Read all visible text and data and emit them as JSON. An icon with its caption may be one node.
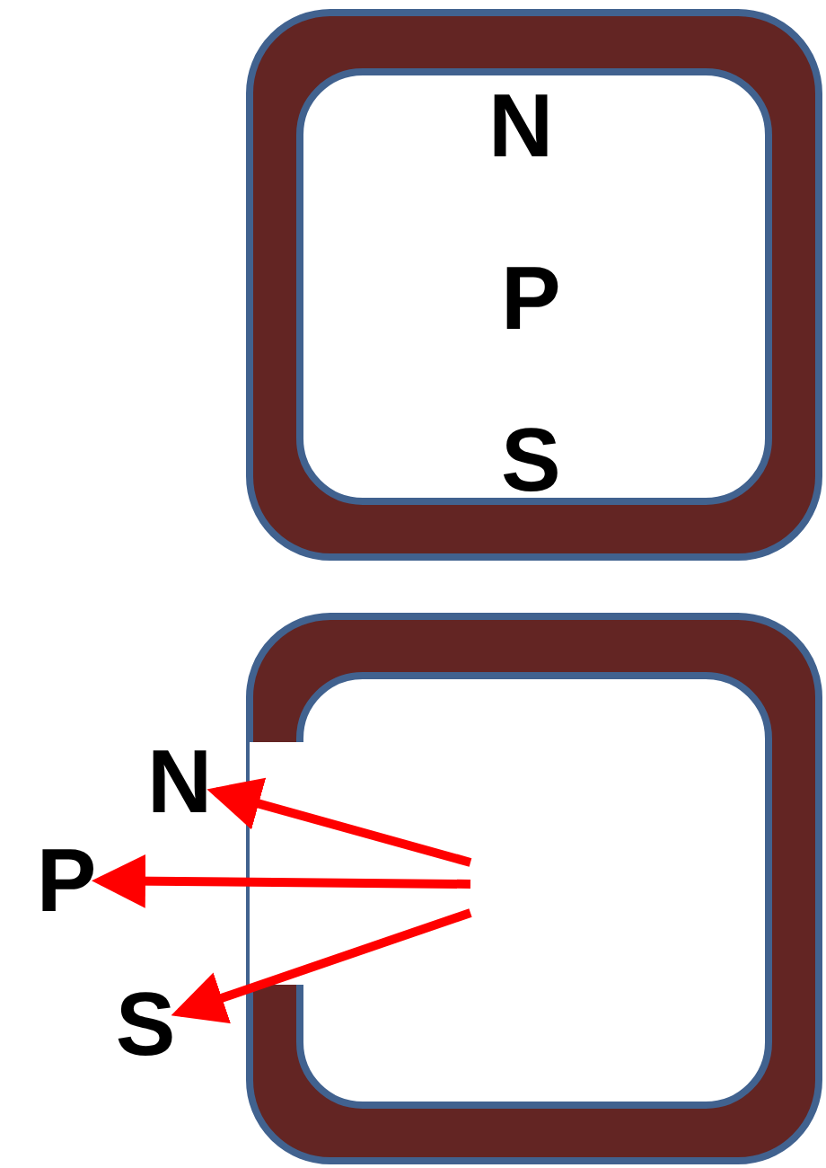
{
  "diagram": {
    "nodes": [
      {
        "text": [
          "N",
          "P",
          "S"
        ]
      },
      {
        "text": [],
        "shape": "box"
      },
      {
        "text": [
          "N"
        ]
      },
      {
        "text": [
          "P"
        ]
      },
      {
        "text": [
          "S"
        ]
      }
    ],
    "edges": [
      {
        "from": 1,
        "to": 2,
        "arrow": "to"
      },
      {
        "from": 1,
        "to": 3,
        "arrow": "to"
      },
      {
        "from": 1,
        "to": 4,
        "arrow": "to"
      }
    ]
  }
}
